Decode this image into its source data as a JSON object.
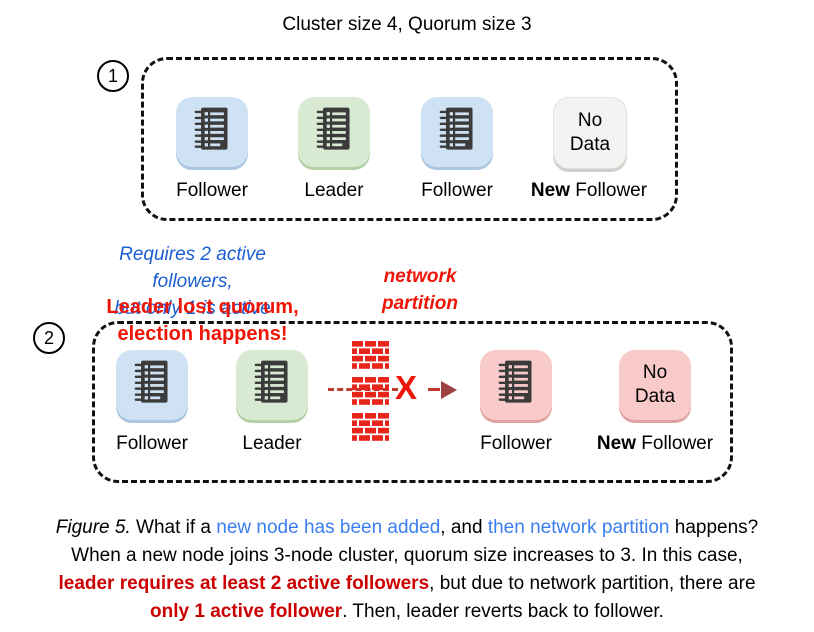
{
  "title": "Cluster size 4, Quorum size 3",
  "steps": {
    "one": "1",
    "two": "2"
  },
  "row1": {
    "nodes": [
      {
        "role": "follower",
        "label": "Follower"
      },
      {
        "role": "leader",
        "label": "Leader"
      },
      {
        "role": "follower",
        "label": "Follower"
      },
      {
        "role": "new-follower",
        "box_text": "No Data",
        "label_bold": "New",
        "label_rest": " Follower"
      }
    ]
  },
  "row2": {
    "nodes": [
      {
        "role": "follower",
        "label": "Follower"
      },
      {
        "role": "leader",
        "label": "Leader"
      },
      {
        "role": "partitioned-follower",
        "label": "Follower"
      },
      {
        "role": "new-follower",
        "box_text": "No Data",
        "label_bold": "New",
        "label_rest": " Follower"
      }
    ]
  },
  "annotations": {
    "quorum_blue_line1": "Requires 2 active followers,",
    "quorum_blue_line2": "but only 1 is active",
    "election_red_line1": "Leader lost quorum,",
    "election_red_line2": "election happens!",
    "partition_line1": "network",
    "partition_line2": "partition",
    "x_mark": "X"
  },
  "caption": {
    "figure_label": "Figure 5.",
    "line1_t1": " What if a ",
    "line1_blue1": "new node has been added",
    "line1_t2": ", and ",
    "line1_blue2": "then network partition",
    "line1_t3": " happens?",
    "line2": "When a new node joins 3-node cluster, quorum size increases to 3. In this case,",
    "line3_red": "leader requires at least 2 active followers",
    "line3_rest": ", but due to network partition, there are",
    "line4_red": "only 1 active follower",
    "line4_rest": ". Then, leader reverts back to follower."
  },
  "icons": {
    "node_icon": "notepad-icon",
    "partition_icon": "brick-wall-icon",
    "blocked_icon": "x-mark",
    "arrow_icon": "arrowhead-right-icon"
  },
  "colors": {
    "follower_bg": "#cfe2f3",
    "leader_bg": "#d9ead3",
    "no_data_bg": "#f4f3f1",
    "partitioned_bg": "#f8caca",
    "annotation_blue": "#1b5ed2",
    "annotation_red": "#ee1507",
    "caption_blue": "#3b7ef0",
    "caption_red": "#cc0000",
    "brick_red": "#e8251a",
    "dash_red": "#bf3a2e",
    "arrow_red": "#9e4141"
  }
}
